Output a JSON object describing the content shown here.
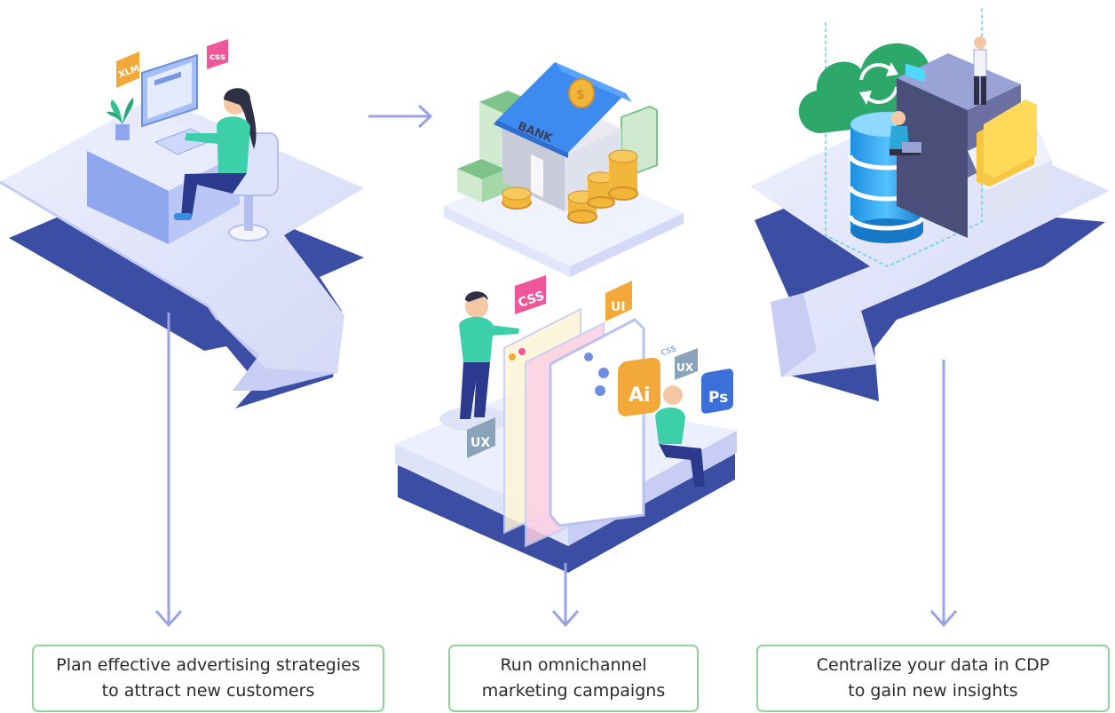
{
  "captions": [
    {
      "line1": "Plan effective advertising strategies",
      "line2": "to attract new customers"
    },
    {
      "line1": "Run omnichannel",
      "line2": "marketing campaigns"
    },
    {
      "line1": "Centralize your data in CDP",
      "line2": "to gain new insights"
    }
  ],
  "labels": {
    "xlm": "XLM",
    "css_small": "css",
    "bank": "BANK",
    "css_big": "CSS",
    "ui": "UI",
    "ux_left": "UX",
    "css_tiny": "css",
    "ux_right": "UX",
    "ai": "Ai",
    "ps": "Ps"
  },
  "colors": {
    "platform_top": "#dfe3fb",
    "platform_side": "#3b4ea3",
    "arrow_line": "#9aa3e6",
    "box_border": "#8fd39a",
    "character_shirt": "#3ccfa9",
    "cloud": "#2ea86a",
    "coin": "#f2b73a",
    "roof": "#3d8bf0"
  },
  "icons": [
    "arrow-right-icon",
    "arrow-down-icon",
    "sync-icon",
    "coin-icon",
    "plant-icon"
  ]
}
